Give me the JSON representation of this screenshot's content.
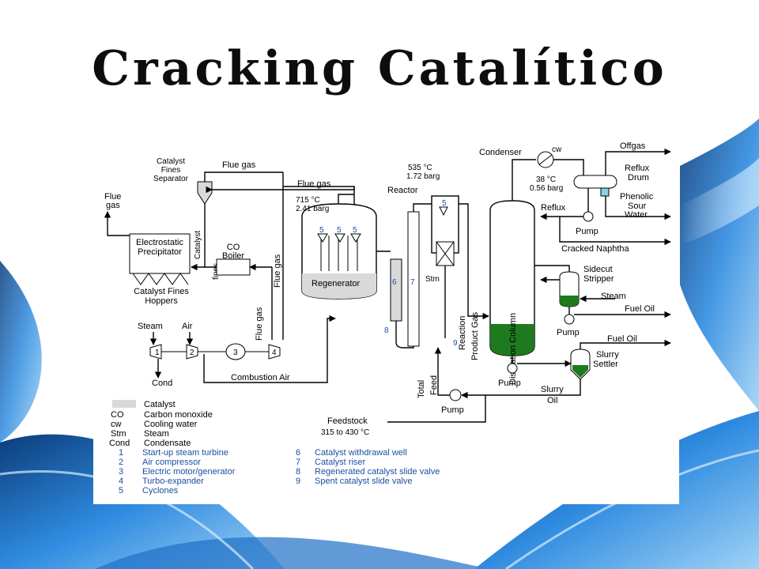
{
  "slide": {
    "title": "Cracking Catalítico"
  },
  "diagram": {
    "labels": {
      "catalyst_fines_separator": [
        "Catalyst",
        "Fines",
        "Separator"
      ],
      "flue_gas_top": "Flue gas",
      "flue_gas_mid": "Flue gas",
      "flue_gas_left": [
        "Flue",
        "gas"
      ],
      "flue_gas_vertical": "Flue gas",
      "flue_gas_lower": "Flue gas",
      "catalyst_fines_vertical": [
        "Catalyst",
        "fines"
      ],
      "regen_temp": "715 °C",
      "regen_press": "2.41 barg",
      "reactor_temp": "535 °C",
      "reactor_press": "1.72 barg",
      "reactor": "Reactor",
      "electrostatic_precipitator": [
        "Electrostatic",
        "Precipitator"
      ],
      "co_boiler": [
        "CO",
        "Boiler"
      ],
      "hoppers": [
        "Catalyst Fines",
        "Hoppers"
      ],
      "regenerator": "Regenerator",
      "stm": "Stm",
      "reaction_product_gas": [
        "Reaction",
        "Product Gas"
      ],
      "distillation_column": "Distillation Column",
      "condenser": "Condenser",
      "cw": "cw",
      "cond_temp": "38 °C",
      "cond_press": "0.56 barg",
      "offgas": "Offgas",
      "reflux_drum": [
        "Reflux",
        "Drum"
      ],
      "phenolic_sour_water": [
        "Phenolic",
        "Sour",
        "Water"
      ],
      "reflux": "Reflux",
      "pump": "Pump",
      "cracked_naphtha": "Cracked Naphtha",
      "sidecut_stripper": [
        "Sidecut",
        "Stripper"
      ],
      "steam": "Steam",
      "fuel_oil": "Fuel Oil",
      "slurry_settler": [
        "Slurry",
        "Settler"
      ],
      "slurry_oil": [
        "Slurry",
        "Oil"
      ],
      "total_feed": [
        "Total",
        "Feed"
      ],
      "feedstock": "Feedstock",
      "feed_temp": "315 to 430 °C",
      "steam_left": "Steam",
      "air": "Air",
      "cond": "Cond",
      "combustion_air": "Combustion Air",
      "nums": [
        "1",
        "2",
        "3",
        "4",
        "5",
        "6",
        "7",
        "8",
        "9"
      ]
    },
    "legend": {
      "abbrev": [
        {
          "key": "",
          "value": "Catalyst"
        },
        {
          "key": "CO",
          "value": "Carbon monoxide"
        },
        {
          "key": "cw",
          "value": "Cooling water"
        },
        {
          "key": "Stm",
          "value": "Steam"
        },
        {
          "key": "Cond",
          "value": "Condensate"
        }
      ],
      "numbered_left": [
        {
          "num": "1",
          "text": "Start-up steam turbine"
        },
        {
          "num": "2",
          "text": "Air compressor"
        },
        {
          "num": "3",
          "text": "Electric motor/generator"
        },
        {
          "num": "4",
          "text": "Turbo-expander"
        },
        {
          "num": "5",
          "text": "Cyclones"
        }
      ],
      "numbered_right": [
        {
          "num": "6",
          "text": "Catalyst withdrawal well"
        },
        {
          "num": "7",
          "text": "Catalyst riser"
        },
        {
          "num": "8",
          "text": "Regenerated catalyst slide valve"
        },
        {
          "num": "9",
          "text": "Spent catalyst slide valve"
        }
      ]
    }
  },
  "colors": {
    "legend_blue": "#1a4fa3",
    "catalyst_fill": "#d9d9d9",
    "liquid_green": "#1f7a1f",
    "water_cyan": "#7fd6e6",
    "bg_blue": "#2f7fcf"
  }
}
